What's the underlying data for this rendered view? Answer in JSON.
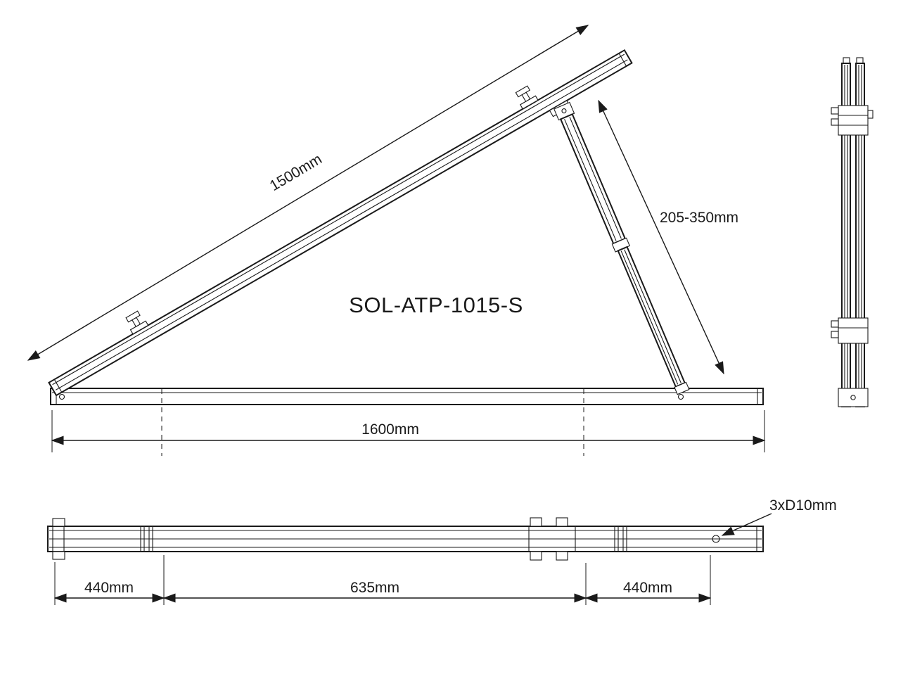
{
  "product_label": "SOL-ATP-1015-S",
  "main_view": {
    "dim_rail_length": "1500mm",
    "dim_leg_range": "205-350mm",
    "dim_base_length": "1600mm"
  },
  "folded_view": {
    "dim_left": "440mm",
    "dim_middle": "635mm",
    "dim_right": "440mm",
    "hole_callout": "3xD10mm"
  },
  "colors": {
    "line": "#1a1a1a",
    "background": "#ffffff"
  }
}
